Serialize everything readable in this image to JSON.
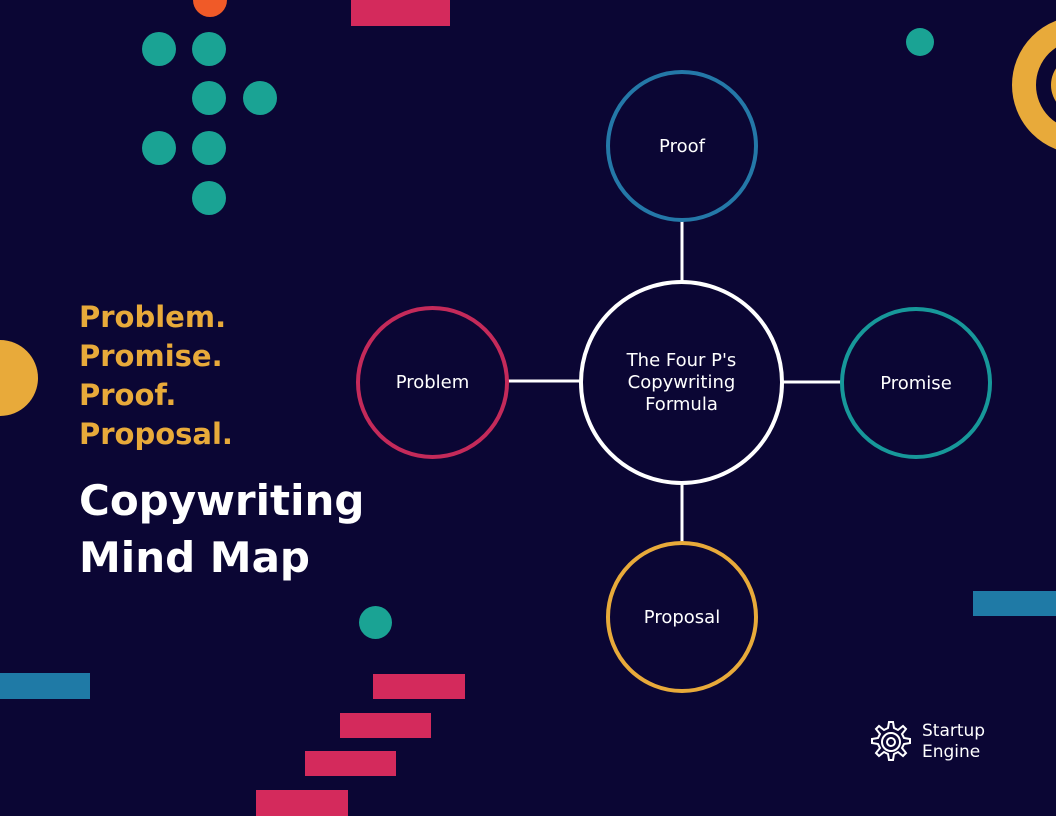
{
  "tagline": [
    "Problem.",
    "Promise.",
    "Proof.",
    "Proposal."
  ],
  "title_lines": [
    "Copywriting",
    "Mind Map"
  ],
  "mind_map": {
    "center": "The Four P's\nCopywriting\nFormula",
    "branches": {
      "top": "Proof",
      "left": "Problem",
      "right": "Promise",
      "bottom": "Proposal"
    }
  },
  "brand": {
    "line1": "Startup",
    "line2": "Engine",
    "icon": "gear-icon"
  },
  "colors": {
    "background": "#0b0634",
    "gold": "#e8aa3a",
    "teal": "#1aa394",
    "pink": "#d42a5c",
    "blue": "#1f7aa6",
    "orange": "#f05a28",
    "proof_ring": "#2478a8",
    "problem_ring": "#c42a5a",
    "promise_ring": "#17989a",
    "proposal_ring": "#e8aa3a"
  }
}
